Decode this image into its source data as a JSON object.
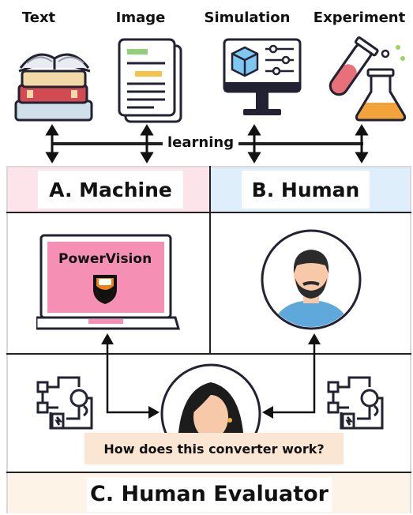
{
  "headers": {
    "text": "Text",
    "image": "Image",
    "simulation": "Simulation",
    "experiment": "Experiment"
  },
  "learning_label": "learning",
  "panels": {
    "machine": "A. Machine",
    "human": "B. Human",
    "evaluator": "C. Human Evaluator"
  },
  "laptop_brand": "PowerVision",
  "question": "How does this converter work?",
  "icons": {
    "text": "book-stack-icon",
    "image": "document-icon",
    "simulation": "simulation-monitor-icon",
    "experiment": "lab-flask-icon",
    "laptop": "laptop-icon",
    "human": "man-avatar-icon",
    "evaluator": "woman-avatar-icon",
    "circuit": "circuit-diagram-icon"
  },
  "colors": {
    "machine_bg": "#fde3ea",
    "human_bg": "#dfeefb",
    "evaluator_bg": "#fdf3e6",
    "laptop_screen": "#f58fb4",
    "bubble": "#fbe6d4"
  }
}
